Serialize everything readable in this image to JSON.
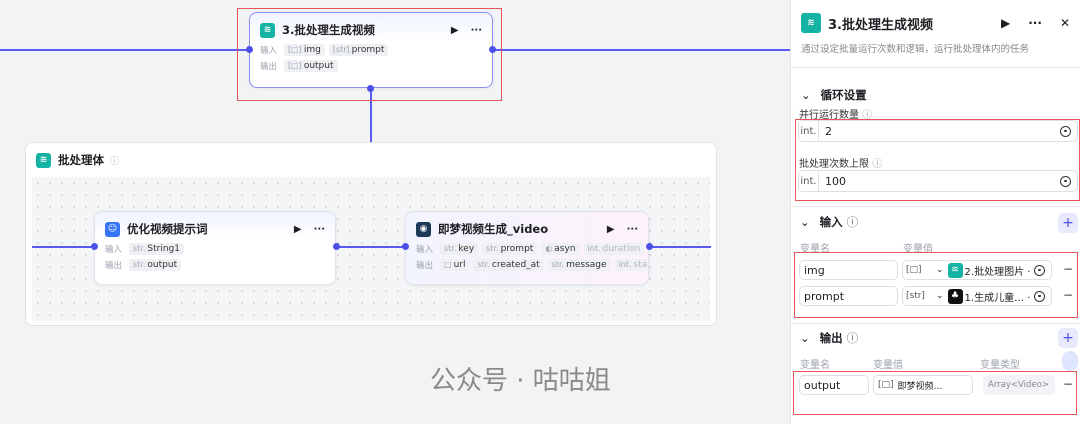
{
  "canvas": {
    "top_node": {
      "title": "3.批处理生成视频",
      "in_label": "输入",
      "out_label": "输出",
      "inputs": [
        {
          "type": "[□]",
          "name": "img"
        },
        {
          "type": "[str]",
          "name": "prompt"
        }
      ],
      "outputs": [
        {
          "type": "[□]",
          "name": "output"
        }
      ]
    },
    "batch_body": {
      "title": "批处理体"
    },
    "node1": {
      "title": "优化视频提示词",
      "in_label": "输入",
      "out_label": "输出",
      "inputs": [
        {
          "type": "str.",
          "name": "String1"
        }
      ],
      "outputs": [
        {
          "type": "str.",
          "name": "output"
        }
      ]
    },
    "node2": {
      "title": "即梦视频生成_video",
      "in_label": "输入",
      "out_label": "输出",
      "inputs": [
        {
          "type": "str.",
          "name": "key"
        },
        {
          "type": "str.",
          "name": "prompt"
        },
        {
          "type": "◐",
          "name": "asyn"
        },
        {
          "type": "int.",
          "name": "duration"
        }
      ],
      "outputs": [
        {
          "type": "□",
          "name": "url"
        },
        {
          "type": "str.",
          "name": "created_at"
        },
        {
          "type": "str.",
          "name": "message"
        },
        {
          "type": "int.",
          "name": "sta"
        }
      ],
      "more": "···"
    }
  },
  "panel": {
    "title": "3.批处理生成视频",
    "description": "通过设定批量运行次数和逻辑，运行批处理体内的任务",
    "loop_section": "循环设置",
    "parallel_label": "并行运行数量",
    "parallel_type": "int.",
    "parallel_value": "2",
    "limit_label": "批处理次数上限",
    "limit_type": "int.",
    "limit_value": "100",
    "input_section": "输入",
    "col_name": "变量名",
    "col_value": "变量值",
    "col_type": "变量类型",
    "inputs": [
      {
        "name": "img",
        "type": "[□]",
        "ref": "2.批处理图片 · o·"
      },
      {
        "name": "prompt",
        "type": "[str]",
        "ref": "1.生成儿童…  ·"
      }
    ],
    "output_section": "输出",
    "outputs": [
      {
        "name": "output",
        "type": "[□]",
        "ref": "即梦视频…",
        "vtype": "Array<Video>"
      }
    ],
    "watermark": "公众号 · 咕咕姐"
  },
  "colors": {
    "accent": "#4d50e8",
    "highlight": "#e9545a",
    "teal": "#14b3a3"
  }
}
